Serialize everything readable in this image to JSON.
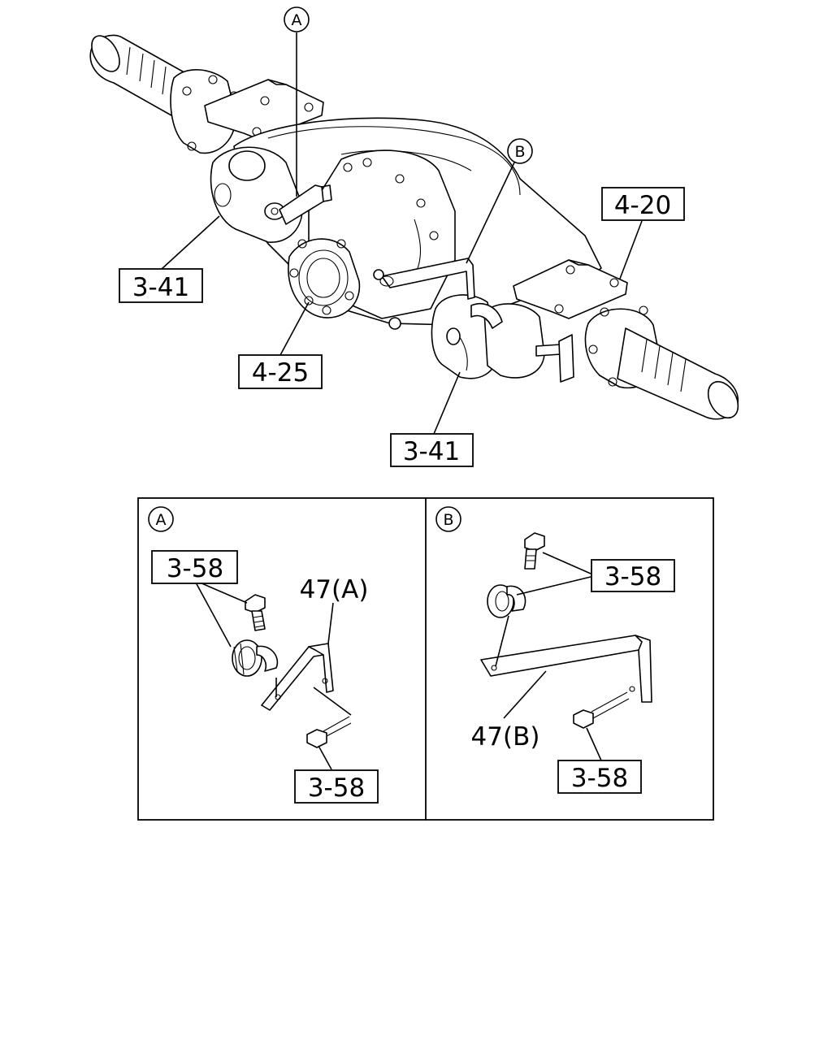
{
  "callouts": {
    "detail_a": "A",
    "detail_b": "B"
  },
  "labels": {
    "main_left_341": "3-41",
    "main_bottom_341": "3-41",
    "main_420": "4-20",
    "main_425": "4-25",
    "a_358_top": "3-58",
    "a_358_bottom": "3-58",
    "a_47a": "47(A)",
    "b_358_top": "3-58",
    "b_358_bottom": "3-58",
    "b_47b": "47(B)"
  }
}
